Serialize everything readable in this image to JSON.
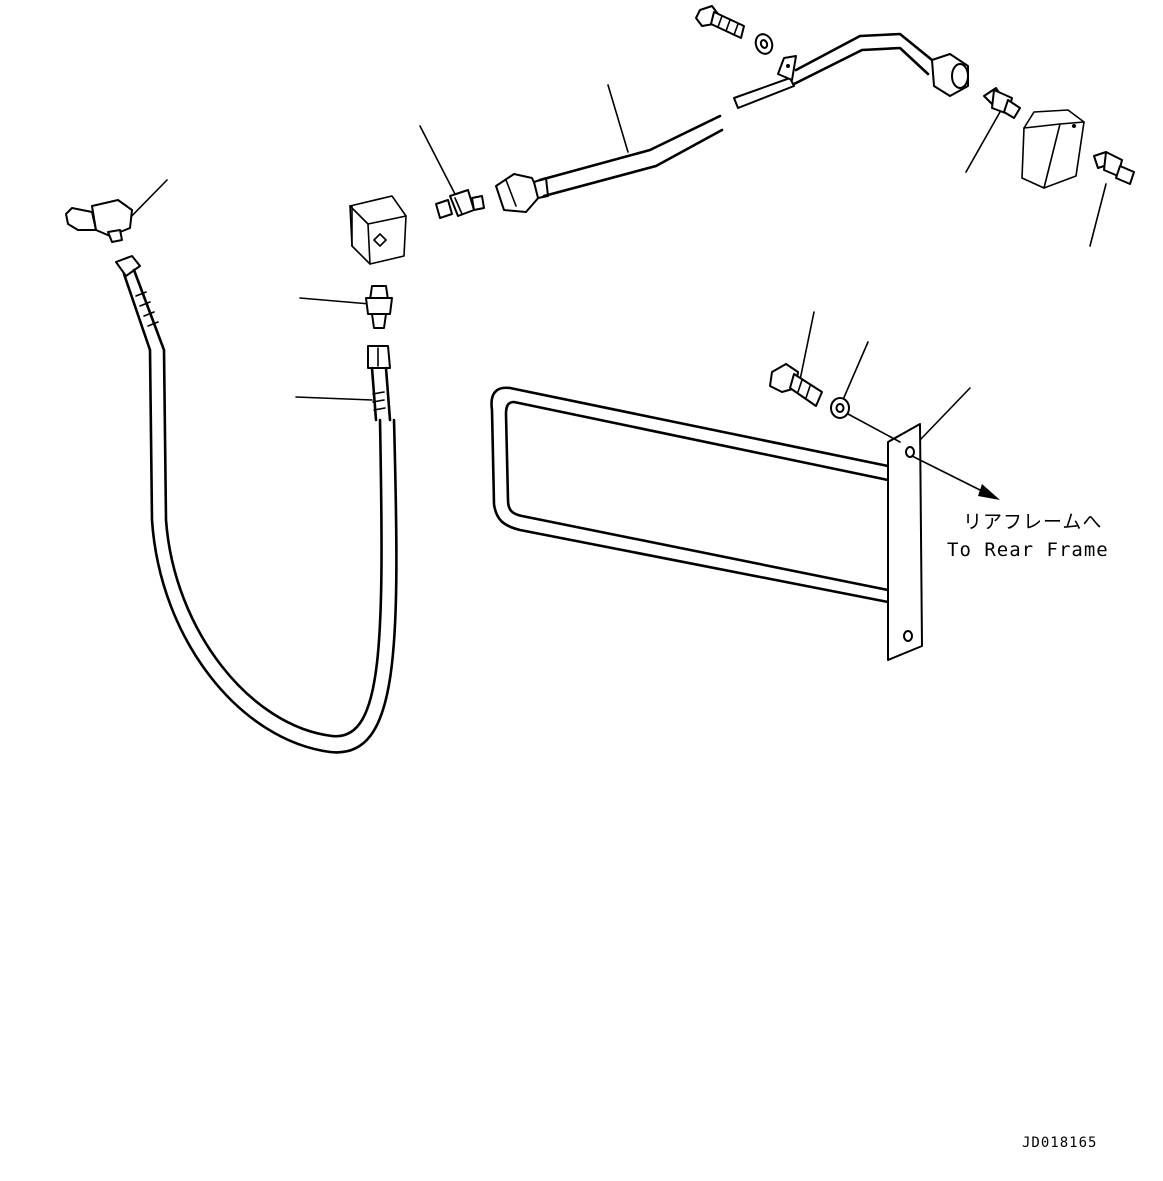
{
  "annotation": {
    "japanese": "リアフレームへ",
    "english": "To Rear Frame"
  },
  "drawing_code": "JD018165"
}
